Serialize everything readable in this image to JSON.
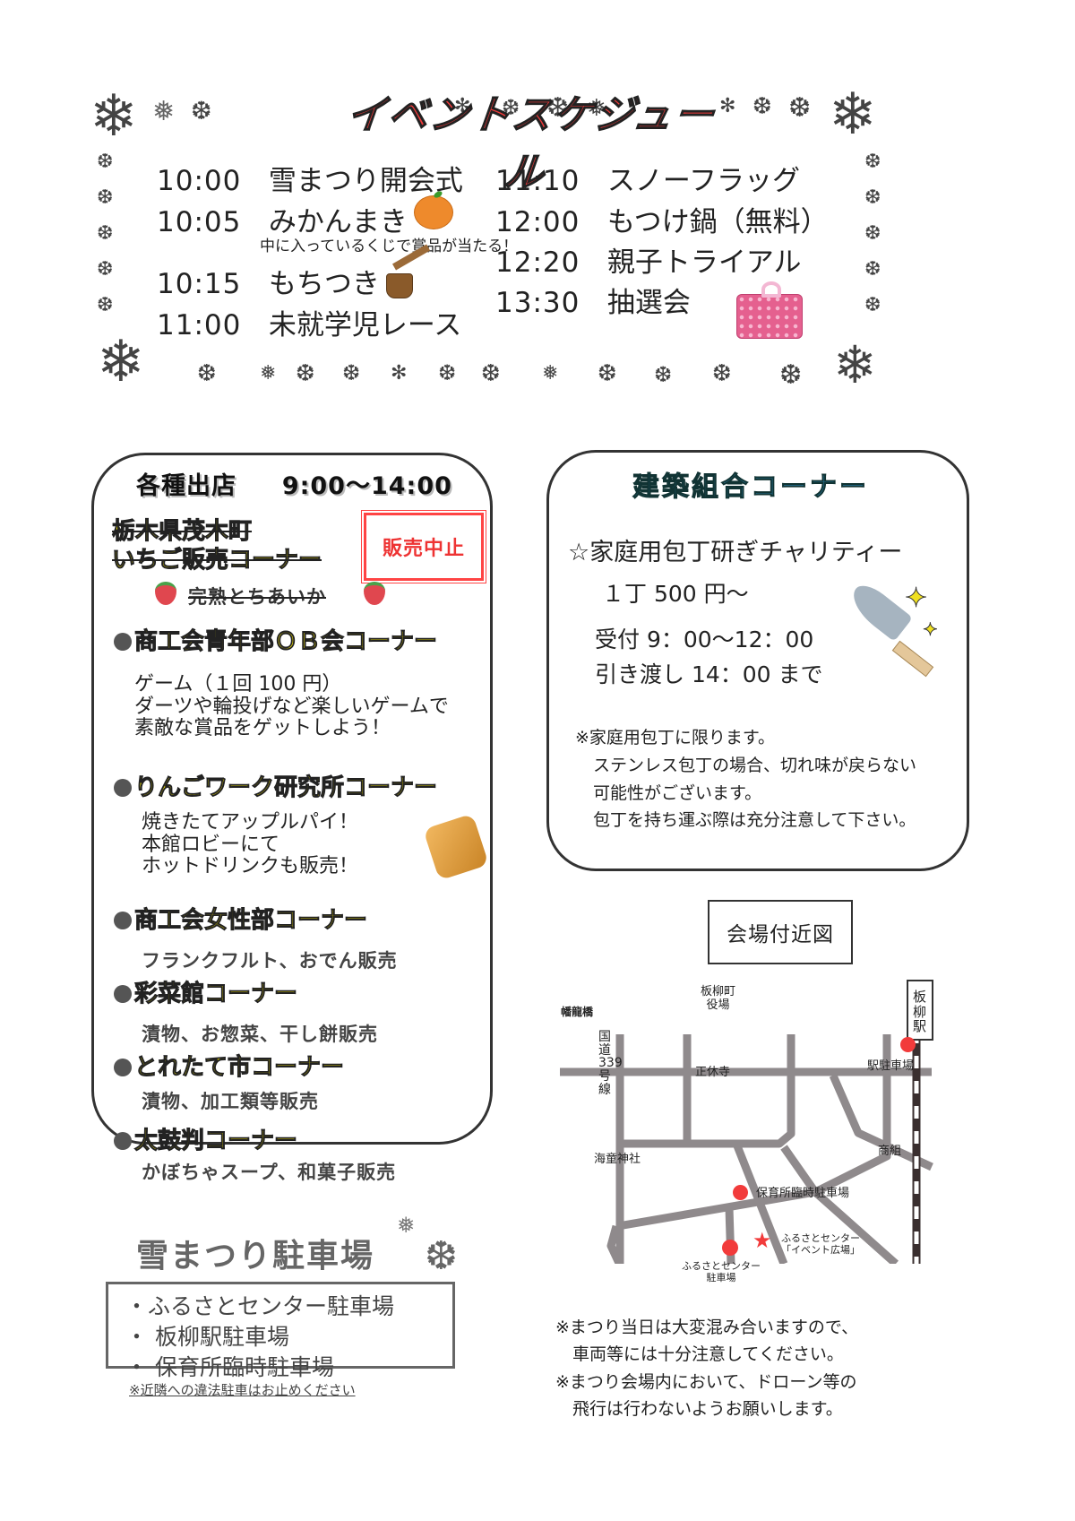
{
  "schedule": {
    "title": "イベントスケジュール",
    "left": [
      {
        "time": "10:00",
        "event": "雪まつり開会式"
      },
      {
        "time": "10:05",
        "event": "みかんまき",
        "icon": "mikan-orange-icon",
        "note": "中に入っているくじで賞品が当たる！"
      },
      {
        "time": "10:15",
        "event": "もちつき",
        "icon": "mochi-mortar-icon"
      },
      {
        "time": "11:00",
        "event": "未就学児レース"
      }
    ],
    "right": [
      {
        "time": "11:10",
        "event": "スノーフラッグ"
      },
      {
        "time": "12:00",
        "event": "もつけ鍋（無料）"
      },
      {
        "time": "12:20",
        "event": "親子トライアル"
      },
      {
        "time": "13:30",
        "event": "抽選会",
        "icon": "gift-box-icon"
      }
    ],
    "decoration_icon": "snowflake-icon"
  },
  "vendors": {
    "heading_label": "各種出店",
    "heading_hours": "9:00～14:00",
    "cancelled_corner": {
      "line1": "栃木県茂木町",
      "line2": "いちご販売コーナー",
      "product": "完熟とちあいか",
      "status": "販売中止",
      "icon": "strawberry-icon"
    },
    "corners": [
      {
        "name": "商工会青年部ＯＢ会コーナー",
        "lines": [
          "ゲーム（１回 100 円）",
          "ダーツや輪投げなど楽しいゲームで",
          "素敵な賞品をゲットしよう！"
        ]
      },
      {
        "name": "りんごワーク研究所コーナー",
        "lines": [
          "焼きたてアップルパイ！",
          "本館ロビーにて",
          "ホットドリンクも販売！"
        ],
        "icon": "apple-pie-icon"
      },
      {
        "name": "商工会女性部コーナー",
        "lines": [
          "フランクフルト、おでん販売"
        ]
      },
      {
        "name": "彩菜館コーナー",
        "lines": [
          "漬物、お惣菜、干し餅販売"
        ]
      },
      {
        "name": "とれたて市コーナー",
        "lines": [
          "漬物、加工類等販売"
        ]
      },
      {
        "name": "太鼓判コーナー",
        "lines": [
          "かぼちゃスープ、和菓子販売"
        ]
      }
    ]
  },
  "kenchiku": {
    "title": "建築組合コーナー",
    "headline": "☆家庭用包丁研ぎチャリティー",
    "price": "１丁 500 円～",
    "reception": "受付 9：00～12：00",
    "handover": "引き渡し 14：00 まで",
    "notes": [
      "※家庭用包丁に限ります。",
      "ステンレス包丁の場合、切れ味が戻らない",
      "可能性がございます。",
      "包丁を持ち運ぶ際は充分注意して下さい。"
    ],
    "icon": "kitchen-knife-icon"
  },
  "parking": {
    "title": "雪まつり駐車場",
    "items": [
      "・ふるさとセンター駐車場",
      "・ 板柳駅駐車場",
      "・ 保育所臨時駐車場"
    ],
    "note": "※近隣への違法駐車はお止めください"
  },
  "map": {
    "title": "会場付近図",
    "labels": {
      "bridge": "幡龍橋",
      "town_hall_1": "板柳町",
      "town_hall_2": "役場",
      "route": "国道339号線",
      "temple": "正休寺",
      "shrine": "海童神社",
      "shop": "商組",
      "station": "板柳駅",
      "station_parking": "駅駐車場",
      "nursery_parking": "保育所臨時駐車場",
      "venue_1": "ふるさとセンター",
      "venue_2": "「イベント広場」",
      "center_parking_1": "ふるさとセンター",
      "center_parking_2": "駐車場"
    },
    "colors": {
      "road": "#8f8a8c",
      "marker": "#f23b3b",
      "rail": "#3a2f2f"
    },
    "notes": [
      "※まつり当日は大変混み合いますので、",
      "　車両等には十分注意してください。",
      "※まつり会場内において、ドローン等の",
      "　飛行は行わないようお願いします。"
    ]
  }
}
